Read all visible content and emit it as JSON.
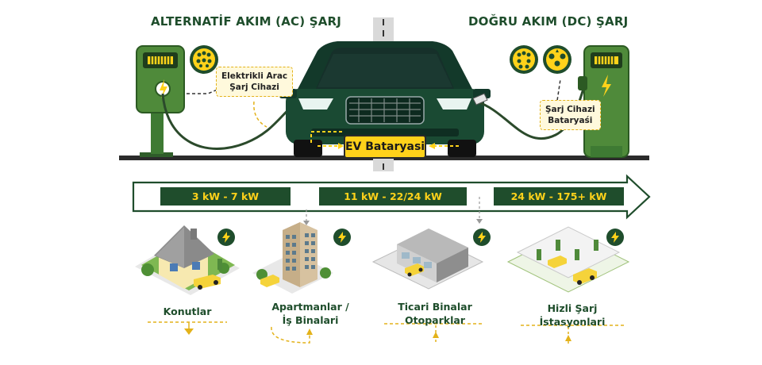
{
  "header": {
    "ac_title": "ALTERNATİF AKIM (AC) ŞARJ",
    "dc_title": "DOĞRU AKIM (DC) ŞARJ"
  },
  "labels": {
    "ac_charger_line1": "Elektrikli Arac",
    "ac_charger_line2": "Şarj Cihazi",
    "dc_charger_line1": "Şarj Cihazi",
    "dc_charger_line2": "Bataryaśi",
    "ev_battery": "EV Bataryasi"
  },
  "power_ranges": [
    {
      "label": "3 kW - 7 kW"
    },
    {
      "label": "11 kW - 22/24 kW"
    },
    {
      "label": "24 kW - 175+ kW"
    }
  ],
  "categories": [
    {
      "line1": "Konutlar",
      "line2": ""
    },
    {
      "line1": "Apartmanlar /",
      "line2": "İş Binalari"
    },
    {
      "line1": "Ticari Binalar",
      "line2": "Otoparklar"
    },
    {
      "line1": "Hizli Şarj",
      "line2": "İstasyonlari"
    }
  ],
  "icons": {
    "ac_connector": "type2-connector-icon",
    "dc_connectors": [
      "ccs-connector-icon",
      "chademo-connector-icon"
    ],
    "bolt": "lightning-bolt-icon",
    "arrow": "progress-arrow-icon"
  },
  "colors": {
    "dark_green": "#1f4d2c",
    "charger_green": "#4f8a3a",
    "accent_yellow": "#ffd21a",
    "car_body": "#13392a"
  }
}
